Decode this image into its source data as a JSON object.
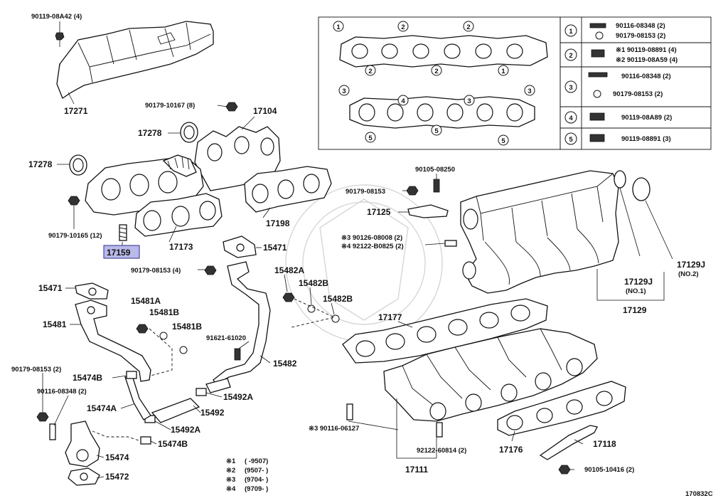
{
  "diagram_id": "170832C",
  "callouts": [
    {
      "key": "c_90119_08a42",
      "text": "90119-08A42 (4)"
    },
    {
      "key": "c_17271",
      "text": "17271"
    },
    {
      "key": "c_90179_10167",
      "text": "90179-10167 (8)"
    },
    {
      "key": "c_17104",
      "text": "17104"
    },
    {
      "key": "c_17278_a",
      "text": "17278"
    },
    {
      "key": "c_17278_b",
      "text": "17278"
    },
    {
      "key": "c_90179_10165",
      "text": "90179-10165 (12)"
    },
    {
      "key": "c_17159",
      "text": "17159",
      "highlighted": true
    },
    {
      "key": "c_17173",
      "text": "17173"
    },
    {
      "key": "c_17198",
      "text": "17198"
    },
    {
      "key": "c_15471_a",
      "text": "15471"
    },
    {
      "key": "c_90179_08153_a",
      "text": "90179-08153 (4)"
    },
    {
      "key": "c_15471_b",
      "text": "15471"
    },
    {
      "key": "c_15481a",
      "text": "15481A"
    },
    {
      "key": "c_15481b_a",
      "text": "15481B"
    },
    {
      "key": "c_15481b_b",
      "text": "15481B"
    },
    {
      "key": "c_15481",
      "text": "15481"
    },
    {
      "key": "c_15482a",
      "text": "15482A"
    },
    {
      "key": "c_15482b_a",
      "text": "15482B"
    },
    {
      "key": "c_15482b_b",
      "text": "15482B"
    },
    {
      "key": "c_91621_61020",
      "text": "91621-61020"
    },
    {
      "key": "c_15482",
      "text": "15482"
    },
    {
      "key": "c_15474b_a",
      "text": "15474B"
    },
    {
      "key": "c_90179_08153_b",
      "text": "90179-08153 (2)"
    },
    {
      "key": "c_90116_08348_a",
      "text": "90116-08348 (2)"
    },
    {
      "key": "c_15474a",
      "text": "15474A"
    },
    {
      "key": "c_15492a_a",
      "text": "15492A"
    },
    {
      "key": "c_15492",
      "text": "15492"
    },
    {
      "key": "c_15492a_b",
      "text": "15492A"
    },
    {
      "key": "c_15474b_b",
      "text": "15474B"
    },
    {
      "key": "c_15474",
      "text": "15474"
    },
    {
      "key": "c_15472",
      "text": "15472"
    },
    {
      "key": "c_90105_08250",
      "text": "90105-08250"
    },
    {
      "key": "c_90179_08153_c",
      "text": "90179-08153"
    },
    {
      "key": "c_17125",
      "text": "17125"
    },
    {
      "key": "c_90126_08008",
      "text": "※3 90126-08008 (2)"
    },
    {
      "key": "c_92122_b0825",
      "text": "※4 92122-B0825 (2)"
    },
    {
      "key": "c_17177",
      "text": "17177"
    },
    {
      "key": "c_17129j_1",
      "text": "17129J"
    },
    {
      "key": "c_no1",
      "text": "(NO.1)"
    },
    {
      "key": "c_17129j_2",
      "text": "17129J"
    },
    {
      "key": "c_no2",
      "text": "(NO.2)"
    },
    {
      "key": "c_17129",
      "text": "17129"
    },
    {
      "key": "c_90116_06127",
      "text": "※3 90116-06127"
    },
    {
      "key": "c_92122_60814",
      "text": "92122-60814 (2)"
    },
    {
      "key": "c_17111",
      "text": "17111"
    },
    {
      "key": "c_17176",
      "text": "17176"
    },
    {
      "key": "c_17118",
      "text": "17118"
    },
    {
      "key": "c_90105_10416",
      "text": "90105-10416 (2)"
    }
  ],
  "notes": [
    {
      "mark": "※1",
      "range": "(      -9507)"
    },
    {
      "mark": "※2",
      "range": "(9507-      )"
    },
    {
      "mark": "※3",
      "range": "(9704-      )"
    },
    {
      "mark": "※4",
      "range": "(9709-      )"
    }
  ],
  "bolt_legend": [
    {
      "num": "1",
      "lines": [
        "90116-08348 (2)",
        "90179-08153 (2)"
      ]
    },
    {
      "num": "2",
      "lines": [
        "※1 90119-08891 (4)",
        "※2 90119-08A59 (4)"
      ]
    },
    {
      "num": "3",
      "lines": [
        "90116-08348 (2)",
        "90179-08153 (2)"
      ]
    },
    {
      "num": "4",
      "lines": [
        "90119-08A89 (2)"
      ]
    },
    {
      "num": "5",
      "lines": [
        "90119-08891 (3)"
      ]
    }
  ],
  "sequence_marks": {
    "top_gasket_top": [
      "1",
      "2",
      "2"
    ],
    "top_gasket_bottom": [
      "2",
      "2",
      "1"
    ],
    "lower_gasket_top": [
      "3",
      "4",
      "3",
      "3"
    ],
    "lower_gasket_bottom": [
      "5",
      "5",
      "5"
    ]
  }
}
